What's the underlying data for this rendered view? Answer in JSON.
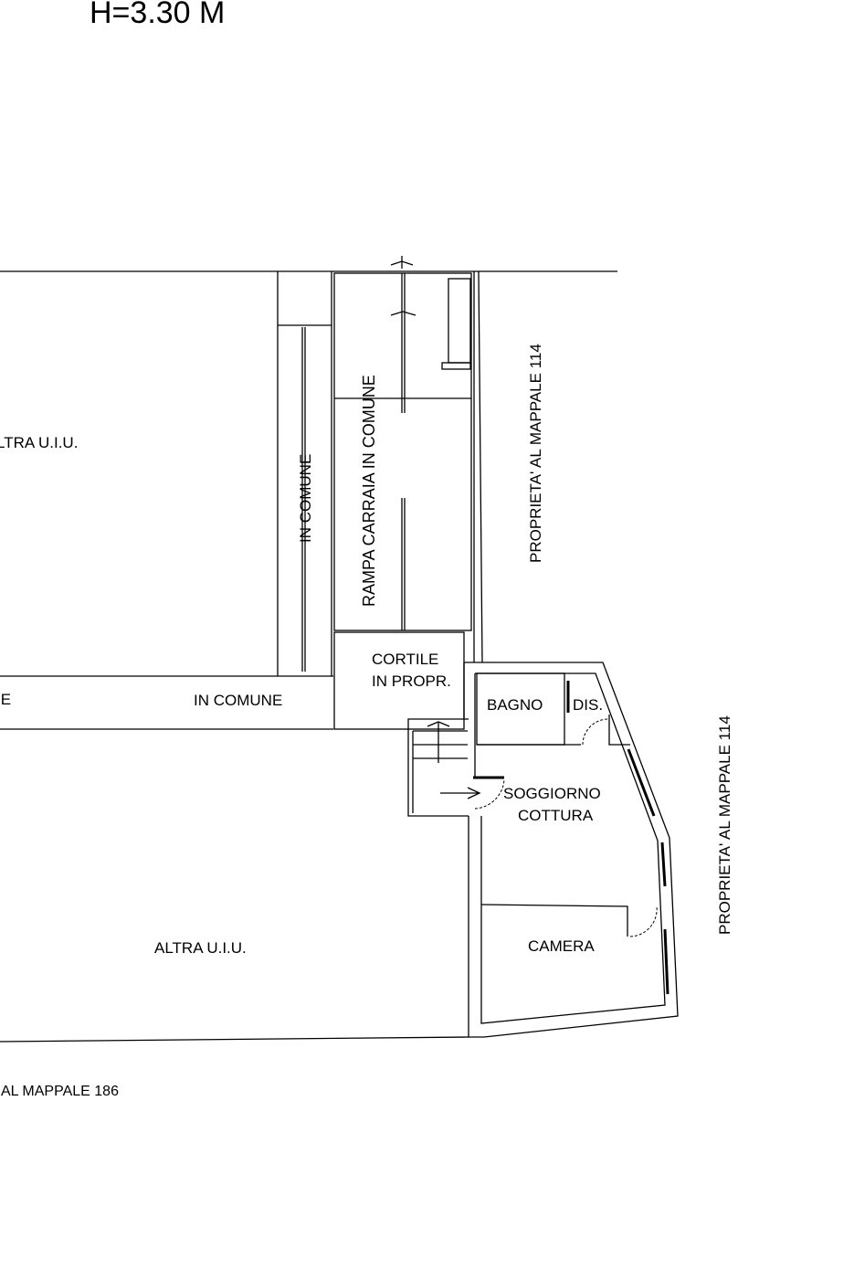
{
  "header": {
    "height_label": "H=3.30 M"
  },
  "labels": {
    "altra_uiu_top": "LTRA U.I.U.",
    "in_comune_vertical": "IN  COMUNE",
    "rampa": "RAMPA CARRAIA IN  COMUNE",
    "proprieta_1": "PROPRIETA' AL MAPPALE 114",
    "proprieta_2": "PROPRIETA' AL MAPPALE 114",
    "cortile_1": "CORTILE",
    "cortile_2": "IN PROPR.",
    "ie": "IE",
    "in_comune_horizontal": "IN  COMUNE",
    "bagno": "BAGNO",
    "dis": "DIS.",
    "soggiorno": "SOGGIORNO",
    "cottura": "COTTURA",
    "camera": "CAMERA",
    "altra_uiu_bottom": "ALTRA U.I.U.",
    "mappale_186": "AL MAPPALE 186"
  }
}
